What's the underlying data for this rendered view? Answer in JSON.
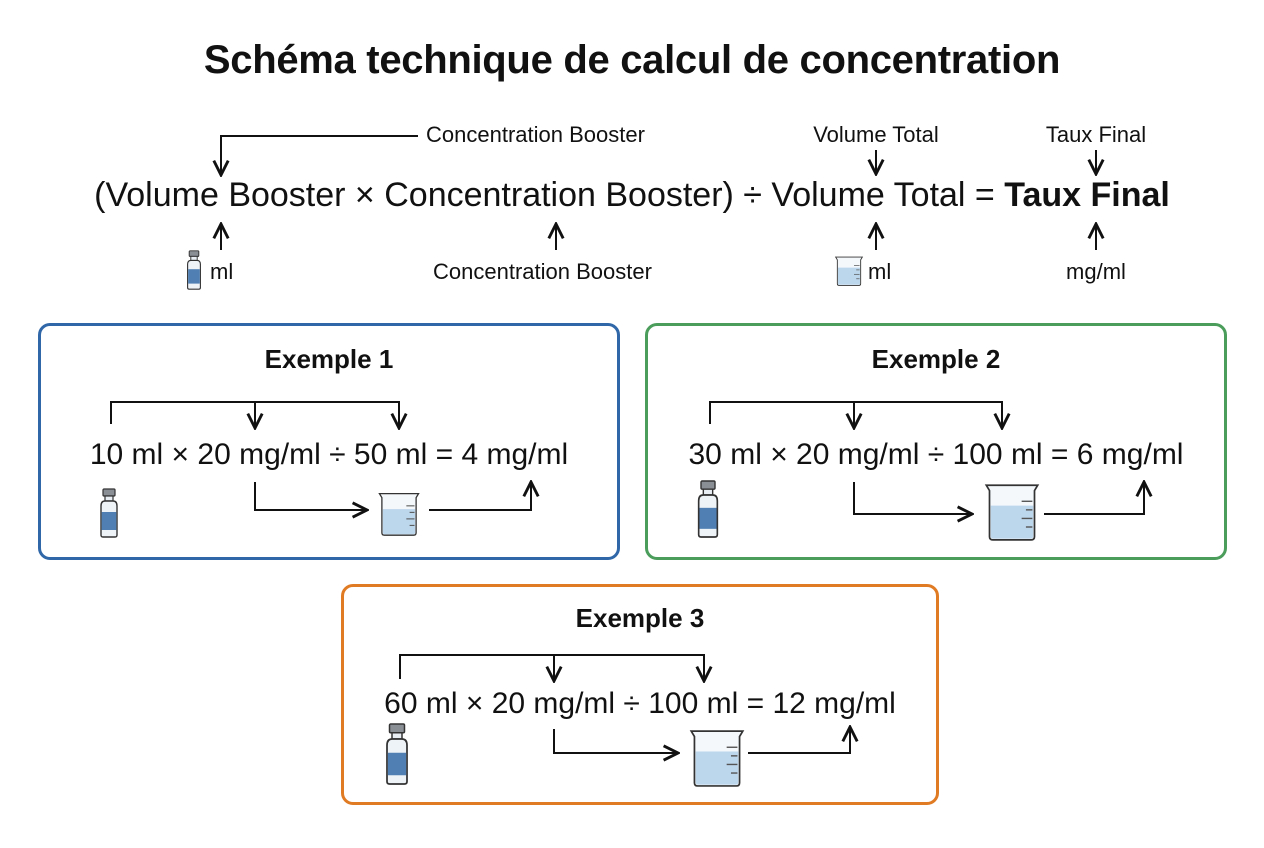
{
  "title": "Schéma technique de calcul de concentration",
  "formula": {
    "left": "(Volume Booster × Concentration Booster) ÷ Volume Total = ",
    "result": "Taux Final"
  },
  "labels": {
    "top_conc": "Concentration Booster",
    "top_volume": "Volume Total",
    "top_taux": "Taux Final",
    "bottom_ml_1": "ml",
    "bottom_conc": "Concentration Booster",
    "bottom_ml_2": "ml",
    "bottom_mgml": "mg/ml"
  },
  "colors": {
    "example1": "#2f67a8",
    "example2": "#4a9d5b",
    "example3": "#e07b24",
    "liquid": "#bcd6ec",
    "bottle": "#4f7fb3"
  },
  "examples": [
    {
      "title": "Exemple 1",
      "equation": "10 ml × 20 mg/ml ÷ 50 ml = 4 mg/ml"
    },
    {
      "title": "Exemple 2",
      "equation": "30 ml × 20 mg/ml ÷ 100 ml = 6 mg/ml"
    },
    {
      "title": "Exemple 3",
      "equation": "60 ml × 20 mg/ml ÷ 100 ml = 12 mg/ml"
    }
  ]
}
